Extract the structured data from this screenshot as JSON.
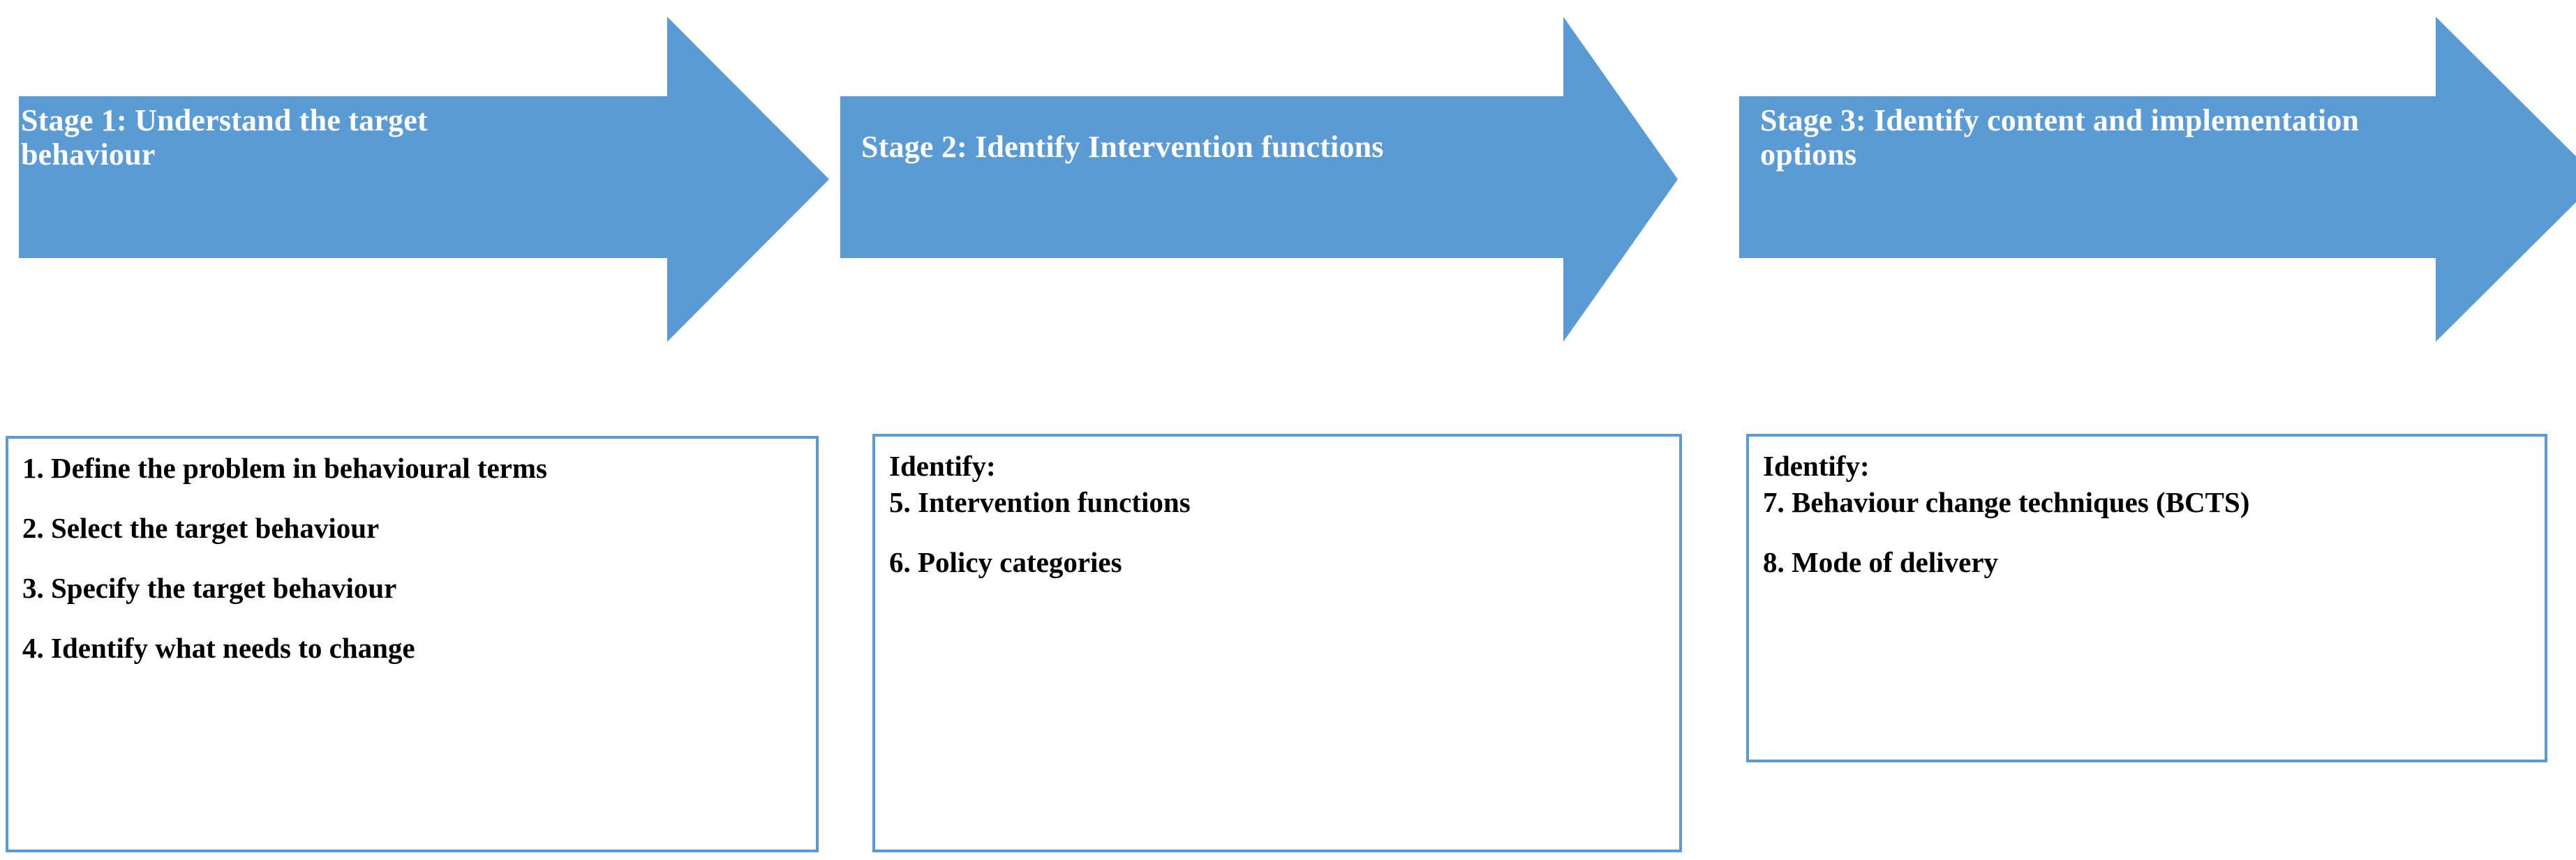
{
  "theme": {
    "accent_blue": "#5B9BD5",
    "text_on_accent": "#FFFFFF",
    "box_text": "#000000",
    "background": "#FFFFFF"
  },
  "diagram": {
    "type": "process-flow",
    "orientation": "left-to-right",
    "stage_count": 3
  },
  "arrows": [
    {
      "id": "stage-1-arrow",
      "label": "Stage 1: Understand the target behaviour"
    },
    {
      "id": "stage-2-arrow",
      "label": "Stage 2: Identify Intervention functions"
    },
    {
      "id": "stage-3-arrow",
      "label": "Stage 3: Identify content and implementation options"
    }
  ],
  "boxes": [
    {
      "id": "stage-1-box",
      "heading": "",
      "lines": [
        "1. Define the problem in behavioural terms",
        "2. Select the target behaviour",
        "3. Specify the target behaviour",
        "4. Identify what needs to change"
      ]
    },
    {
      "id": "stage-2-box",
      "heading": "Identify:",
      "lines": [
        "5. Intervention functions",
        "6. Policy categories"
      ]
    },
    {
      "id": "stage-3-box",
      "heading": "Identify:",
      "lines": [
        "7. Behaviour change techniques (BCTS)",
        "8. Mode of delivery"
      ]
    }
  ]
}
